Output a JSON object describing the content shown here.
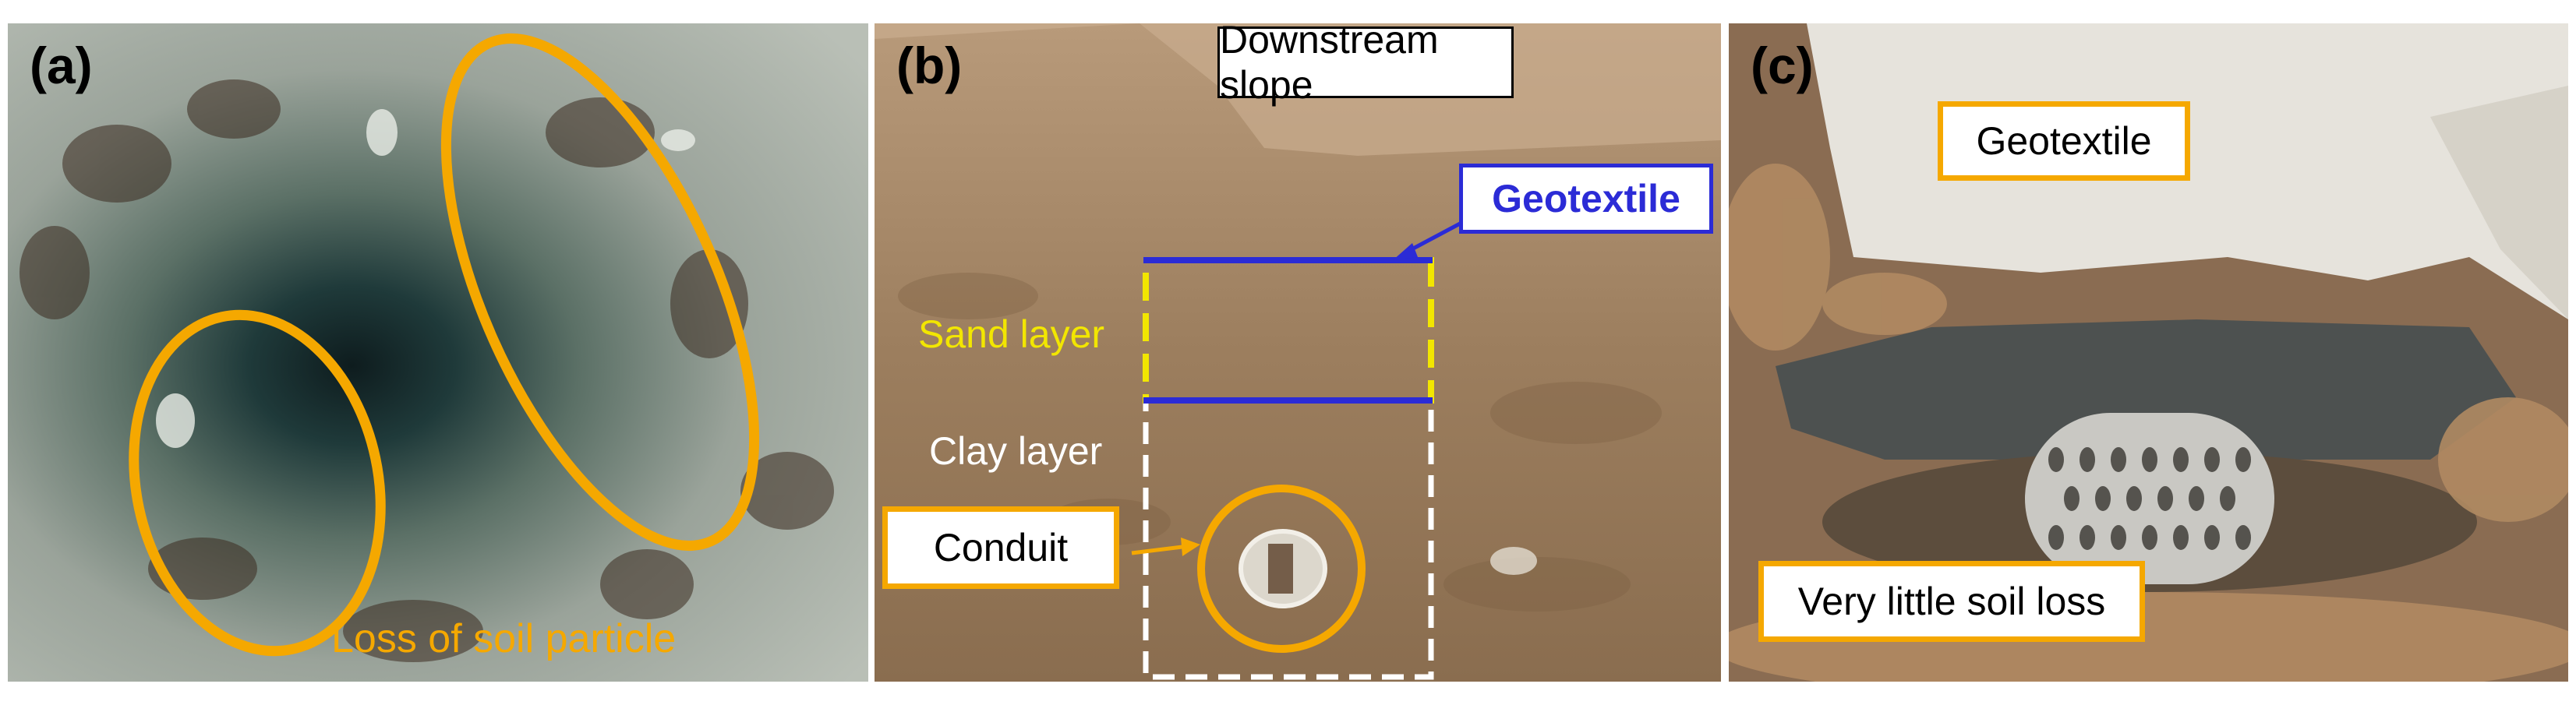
{
  "figure": {
    "panels": [
      {
        "label": "(a)",
        "annotations": {
          "loss_text": "Loss of soil particle"
        }
      },
      {
        "label": "(b)",
        "annotations": {
          "downstream_slope": "Downstream slope",
          "geotextile": "Geotextile",
          "sand_layer": "Sand layer",
          "clay_layer": "Clay layer",
          "conduit": "Conduit"
        }
      },
      {
        "label": "(c)",
        "annotations": {
          "geotextile": "Geotextile",
          "soil_loss": "Very little soil loss"
        }
      }
    ],
    "colors": {
      "highlight_orange": "#F5A800",
      "geotextile_blue": "#2B2BD6",
      "sand_yellow": "#F2E600",
      "clay_white": "#ffffff"
    }
  }
}
